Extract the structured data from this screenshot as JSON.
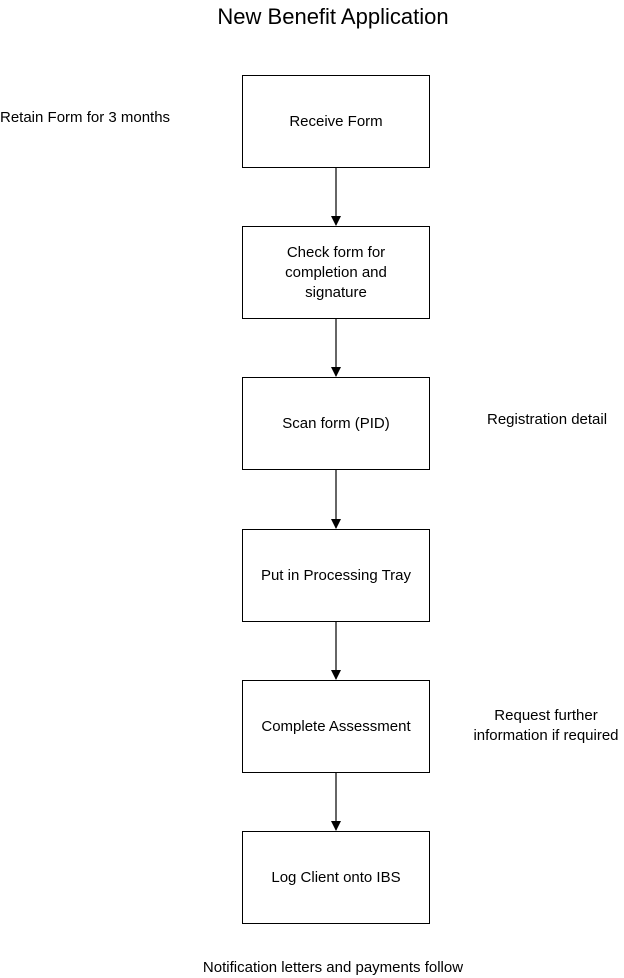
{
  "title": "New Benefit Application",
  "steps": [
    "Receive Form",
    "Check form for completion and signature",
    "Scan form (PID)",
    "Put in Processing Tray",
    "Complete Assessment",
    "Log Client onto IBS"
  ],
  "notes": {
    "retain": "Retain Form for 3 months",
    "registration": "Registration detail",
    "request_line1": "Request further",
    "request_line2": "information if required",
    "footer": "Notification letters and payments follow"
  }
}
